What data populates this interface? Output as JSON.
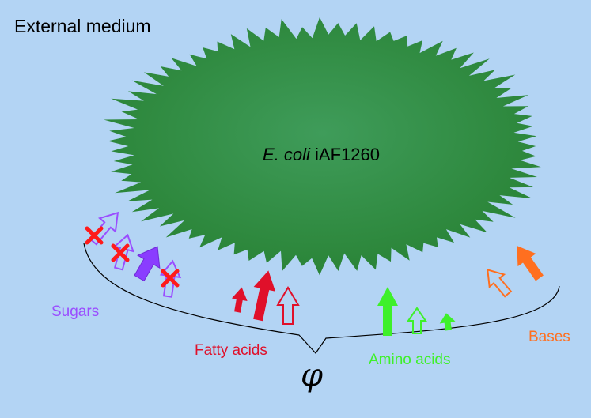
{
  "medium_label": "External medium",
  "organism": {
    "genus": "E. coli",
    "model": "iAF1260"
  },
  "groups": {
    "sugars": "Sugars",
    "fatty_acids": "Fatty acids",
    "amino_acids": "Amino acids",
    "bases": "Bases"
  },
  "phi_symbol": "φ",
  "colors": {
    "background": "#b3d4f4",
    "cell": "#2e8b3e",
    "sugars": "#9a4dff",
    "fatty_acids": "#e0102a",
    "amino_acids": "#3ef02a",
    "bases": "#ff6f1f",
    "blocked_mark": "#ff1a1a"
  }
}
